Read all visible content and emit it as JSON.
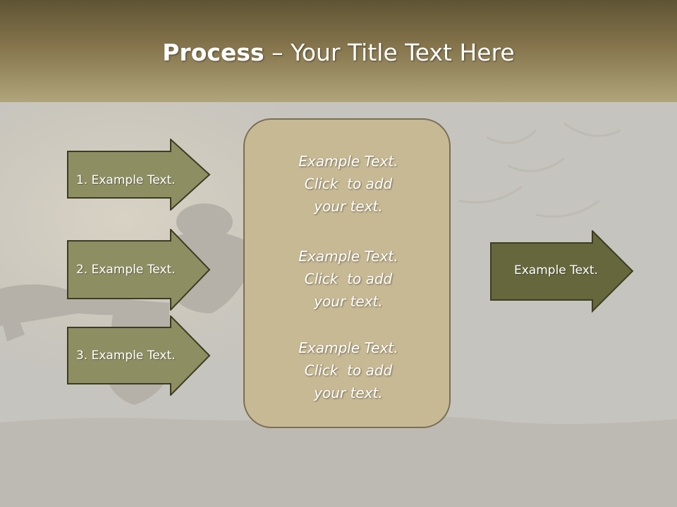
{
  "slide": {
    "title_bold": "Process",
    "title_rest": " – Your Title Text Here",
    "left_steps": [
      "1. Example Text.",
      "2. Example Text.",
      "3. Example Text."
    ],
    "center_blocks": [
      [
        "Example Text.",
        "Click  to add",
        "your text."
      ],
      [
        "Example Text.",
        "Click  to add",
        "your text."
      ],
      [
        "Example Text.",
        "Click  to add",
        "your text."
      ]
    ],
    "output_label": "Example Text."
  },
  "colors": {
    "header_dark": "#5e5434",
    "header_light": "#b0a47a",
    "background": "#c6c4be",
    "step_arrow_fill": "#8e8e63",
    "output_arrow_fill": "#66673d",
    "arrow_border": "#3b3d22",
    "center_box_fill": "#c7b994",
    "center_box_border": "#7a6f55"
  }
}
